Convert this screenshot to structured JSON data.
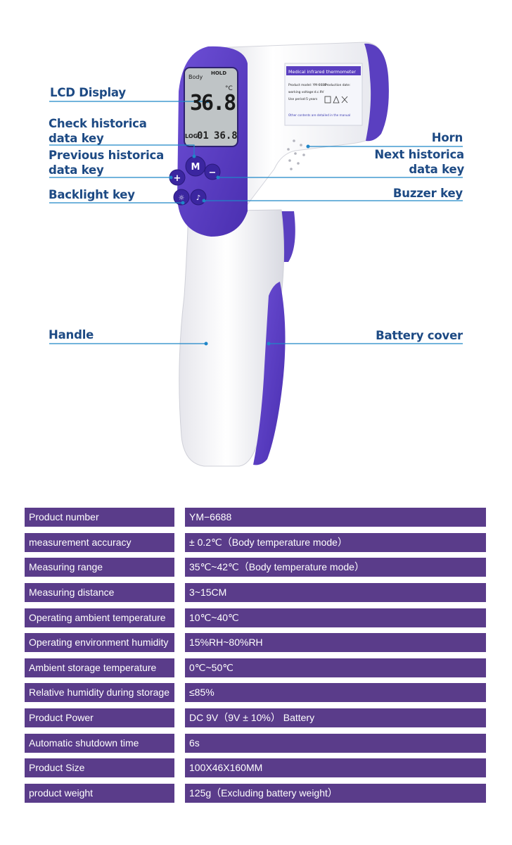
{
  "callouts": {
    "lcd_display": "LCD Display",
    "check_history_1": "Check historica",
    "check_history_2": "data key",
    "previous_history_1": "Previous historica",
    "previous_history_2": "data key",
    "backlight_key": "Backlight key",
    "horn": "Horn",
    "next_history_1": "Next historica",
    "next_history_2": "data key",
    "buzzer_key": "Buzzer key",
    "handle": "Handle",
    "battery_cover": "Battery cover"
  },
  "device": {
    "lcd": {
      "mode": "Body",
      "hold": "HOLD",
      "reading": "36.8",
      "unit": "°C",
      "log_label": "LOG",
      "log_index": "01",
      "log_value": "36.8"
    },
    "buttons": {
      "mode": "M",
      "plus": "+",
      "minus": "−"
    },
    "sticker": {
      "title": "Medical infrared thermometer",
      "model": "Product model: YM-6688",
      "production_date": "Production date:",
      "voltage": "working voltage:d.c.9V",
      "use_period": "Use period:5 years",
      "footer": "Other contents are detailed in the manual"
    }
  },
  "specs": [
    {
      "label": "Product number",
      "value": "YM−6688"
    },
    {
      "label": "measurement accuracy",
      "value": "± 0.2℃（Body temperature mode）"
    },
    {
      "label": "Measuring range",
      "value": "35℃~42℃（Body temperature mode）"
    },
    {
      "label": "Measuring distance",
      "value": "3~15CM"
    },
    {
      "label": "Operating ambient temperature",
      "value": "10℃~40℃"
    },
    {
      "label": "Operating environment humidity",
      "value": "15%RH~80%RH"
    },
    {
      "label": "Ambient storage temperature",
      "value": "0℃~50℃"
    },
    {
      "label": "Relative humidity during storage",
      "value": "≤85%"
    },
    {
      "label": "Product Power",
      "value": "DC 9V（9V ± 10%） Battery"
    },
    {
      "label": "Automatic shutdown time",
      "value": "6s"
    },
    {
      "label": "Product Size",
      "value": "100X46X160MM"
    },
    {
      "label": "product weight",
      "value": "125g（Excluding battery weight）"
    }
  ],
  "colors": {
    "purple": "#5a3fc0",
    "table": "#5a3c8a",
    "callout_text": "#1d4a84",
    "leader_line": "#1f86c8",
    "lcd_bg": "#bfc4c6"
  }
}
